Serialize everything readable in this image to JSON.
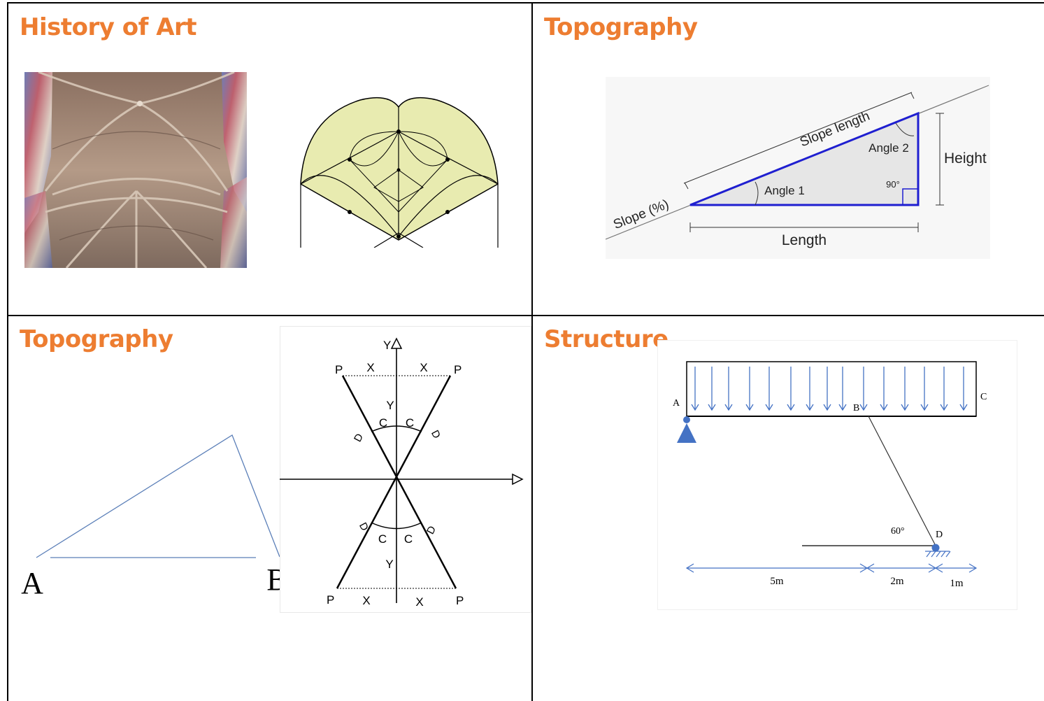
{
  "colors": {
    "title": "#ED7D31",
    "grid_line": "#000000",
    "triangle_line": "#1F1FD0",
    "slope_fill": "#E6E6E6",
    "vault_fill": "#E8EBB0",
    "structure_blue": "#4472C4",
    "abc_line": "#5B7FB8"
  },
  "cells": {
    "top_left": {
      "title": "History of Art"
    },
    "top_right": {
      "title": "Topography"
    },
    "bottom_left": {
      "title": "Topography"
    },
    "bottom_right": {
      "title": "Structure"
    }
  },
  "art": {
    "photo_icon": "ribbed-vault-ceiling-photo",
    "diagram_icon": "groin-vault-3d-diagram"
  },
  "slope_diagram": {
    "slope_length": "Slope length",
    "angle_2": "Angle 2",
    "height": "Height",
    "angle_90": "90°",
    "angle_1": "Angle 1",
    "slope_percent": "Slope (%)",
    "length": "Length"
  },
  "triangle_ab": {
    "label_a": "A",
    "label_b": "B"
  },
  "axes_diagram": {
    "y": "Y",
    "x": "X",
    "p": "P",
    "c": "C",
    "d": "D"
  },
  "structure": {
    "label_a": "A",
    "label_b": "B",
    "label_c": "C",
    "label_d": "D",
    "angle": "60°",
    "dim_1": "5m",
    "dim_2": "2m",
    "dim_3": "1m"
  }
}
